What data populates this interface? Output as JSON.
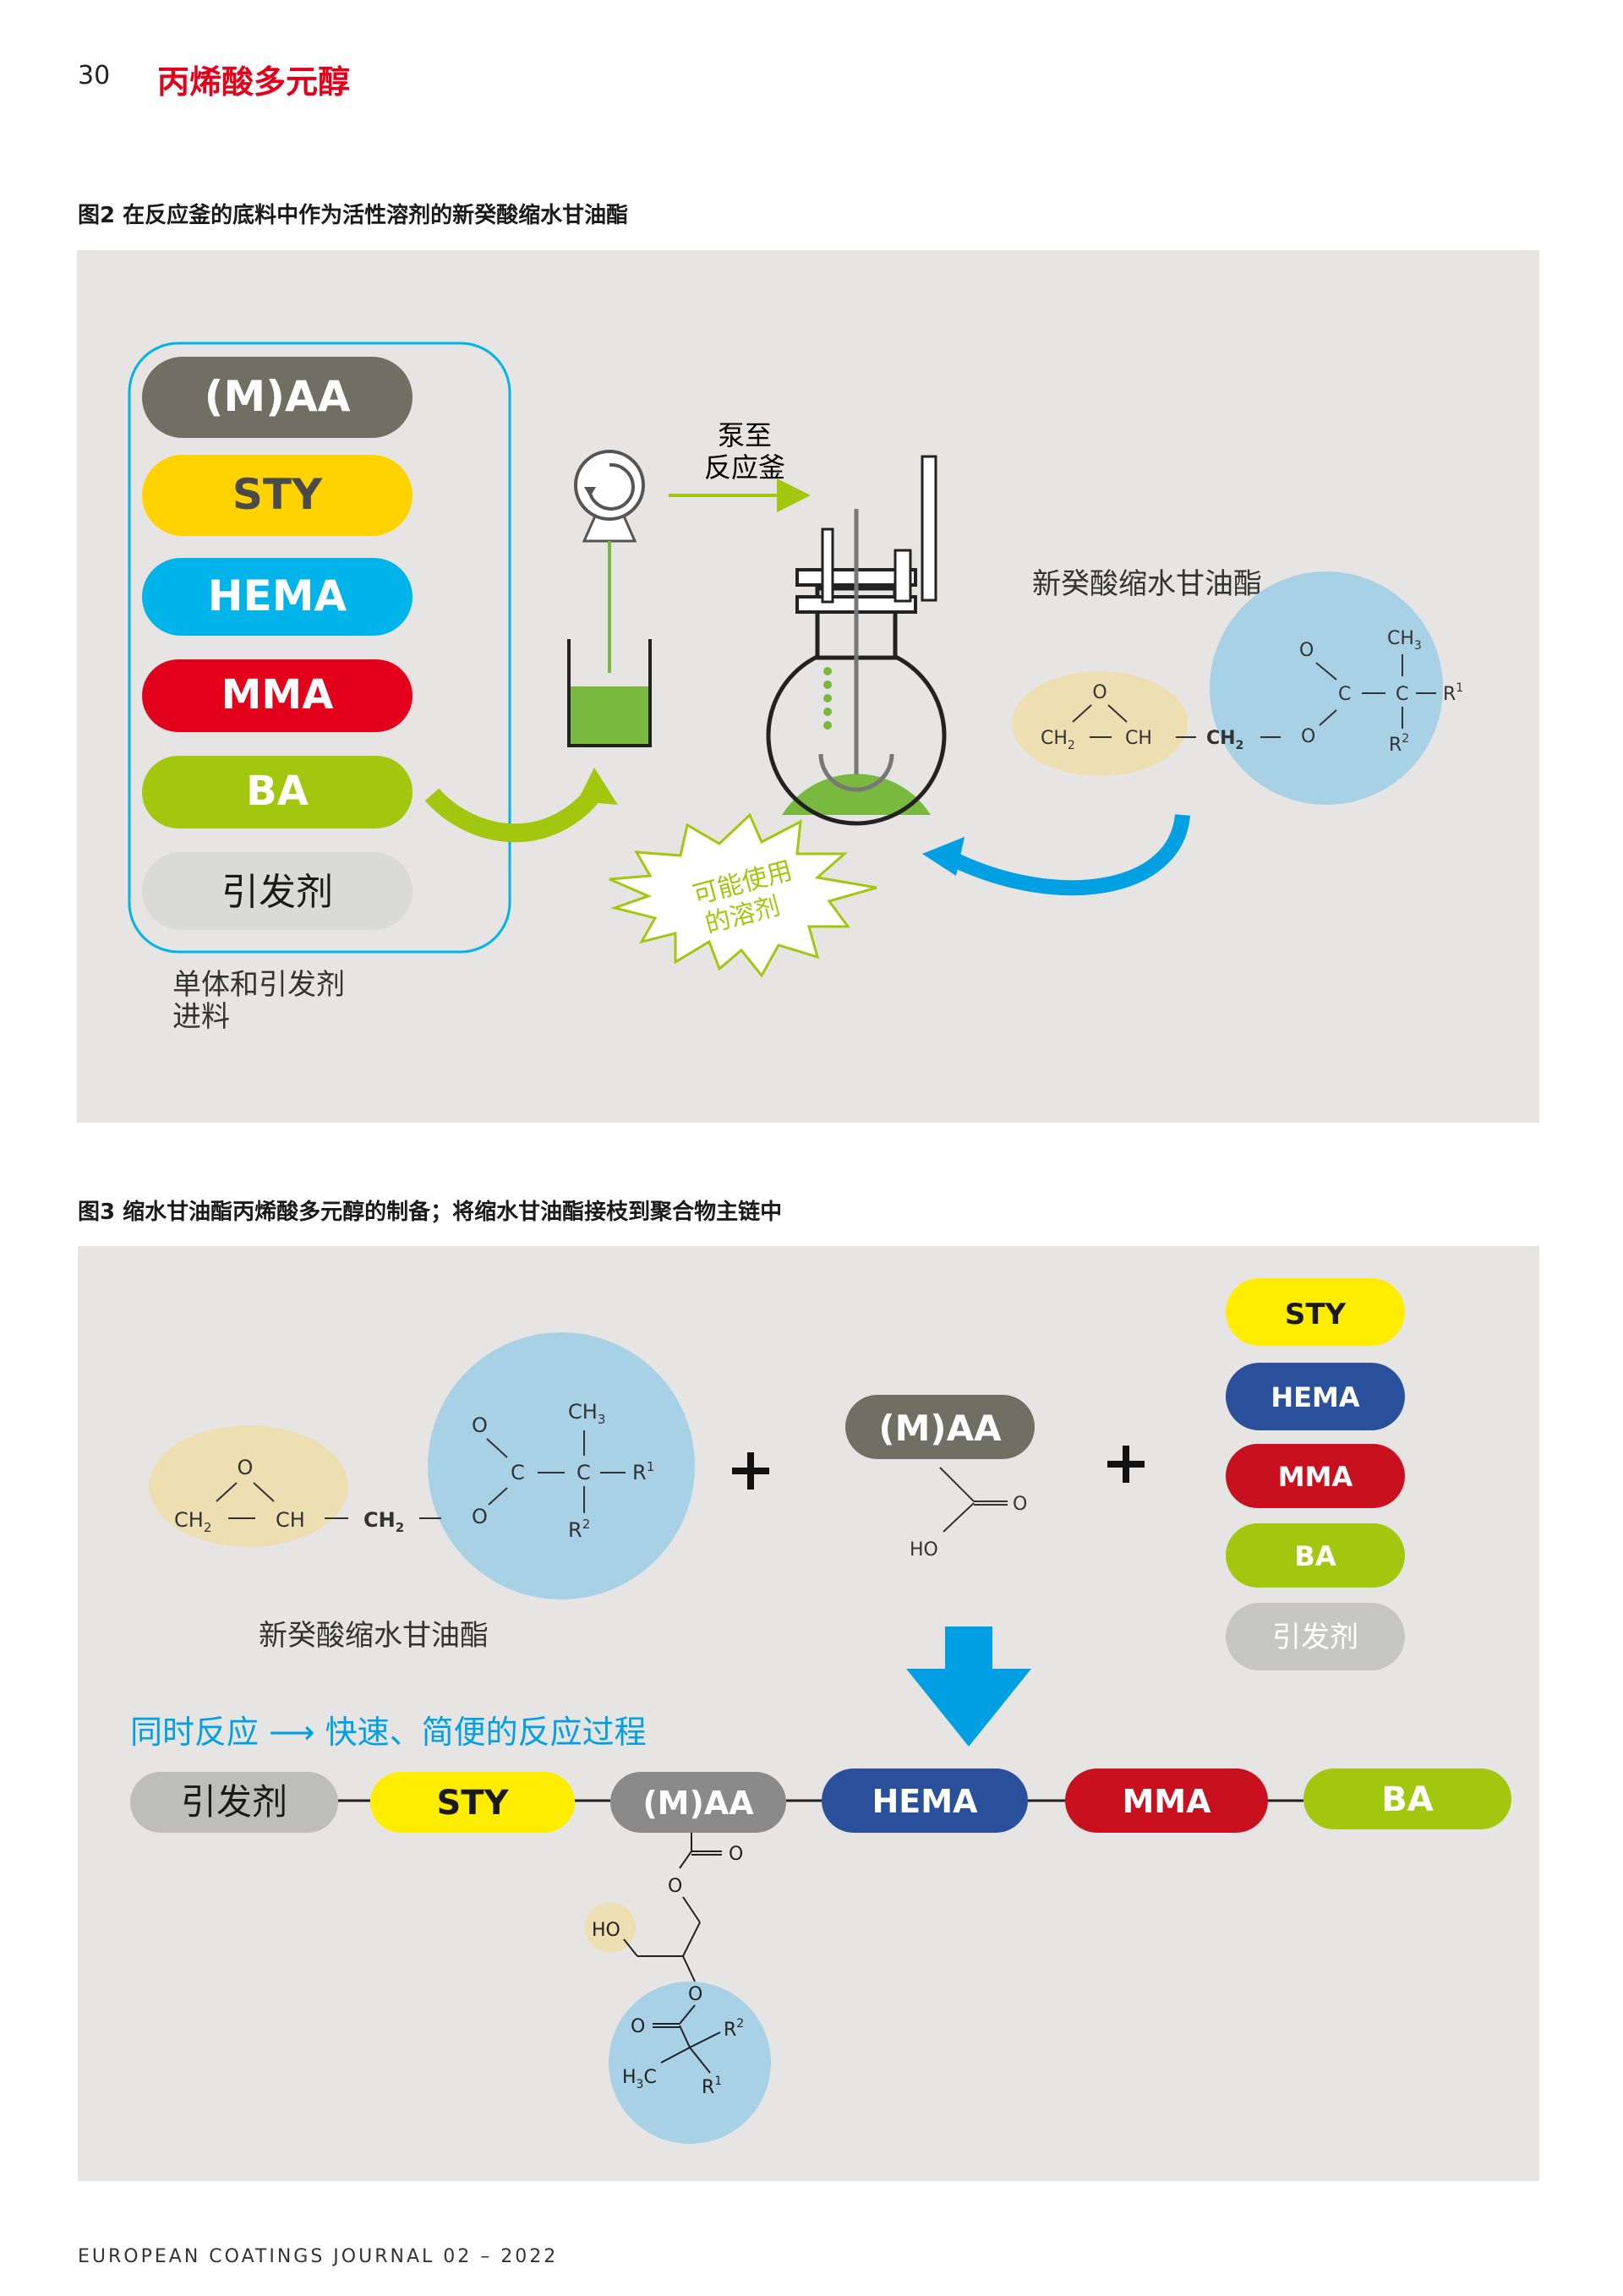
{
  "header": {
    "page_number": "30",
    "title": "丙烯酸多元醇"
  },
  "fig2": {
    "caption": "图2 在反应釜的底料中作为活性溶剂的新癸酸缩水甘油酯",
    "pills": [
      {
        "label": "(M)AA",
        "color": "#706f63",
        "text_color": "#ffffff"
      },
      {
        "label": "STY",
        "color": "#ffd200",
        "text_color": "#4a4a4a"
      },
      {
        "label": "HEMA",
        "color": "#00b4e9",
        "text_color": "#ffffff"
      },
      {
        "label": "MMA",
        "color": "#e2001a",
        "text_color": "#ffffff"
      },
      {
        "label": "BA",
        "color": "#a3c60e",
        "text_color": "#ffffff"
      },
      {
        "label": "引发剂",
        "color": "#dadad6",
        "text_color": "#1a1a1a"
      }
    ],
    "feed_label_line1": "单体和引发剂",
    "feed_label_line2": "进料",
    "pump_label_line1": "泵至",
    "pump_label_line2": "反应釜",
    "starburst_line1": "可能使用",
    "starburst_line2": "的溶剂",
    "molecule_name": "新癸酸缩水甘油酯"
  },
  "fig3": {
    "caption": "图3 缩水甘油酯丙烯酸多元醇的制备；将缩水甘油酯接枝到聚合物主链中",
    "molecule_name": "新癸酸缩水甘油酯",
    "maa_label": "(M)AA",
    "right_pills": [
      {
        "label": "STY",
        "color": "#ffed00",
        "text_color": "#1a1a1a"
      },
      {
        "label": "HEMA",
        "color": "#2a4f9b",
        "text_color": "#ffffff"
      },
      {
        "label": "MMA",
        "color": "#c8101e",
        "text_color": "#ffffff"
      },
      {
        "label": "BA",
        "color": "#a3c60e",
        "text_color": "#ffffff"
      },
      {
        "label": "引发剂",
        "color": "#c6c6c5",
        "text_color": "#ffffff"
      }
    ],
    "process_note": "同时反应 ⟶ 快速、简便的反应过程",
    "chain": [
      {
        "label": "引发剂",
        "color": "#bdbdbc",
        "text_color": "#1a1a1a"
      },
      {
        "label": "STY",
        "color": "#ffed00",
        "text_color": "#1a1a1a"
      },
      {
        "label": "(M)AA",
        "color": "#8a8a8a",
        "text_color": "#ffffff"
      },
      {
        "label": "HEMA",
        "color": "#2a4f9b",
        "text_color": "#ffffff"
      },
      {
        "label": "MMA",
        "color": "#c8101e",
        "text_color": "#ffffff"
      },
      {
        "label": "BA",
        "color": "#a3c60e",
        "text_color": "#ffffff"
      }
    ]
  },
  "chem": {
    "O": "O",
    "CH2": "CH",
    "sub2": "2",
    "CH": "CH",
    "C": "C",
    "CH3": "CH",
    "sub3": "3",
    "R": "R",
    "sup1": "1",
    "sup2": "2",
    "HO": "HO",
    "H3C_H": "H",
    "H3C_C": "C"
  },
  "footer": {
    "journal": "EUROPEAN COATINGS JOURNAL 02 – 2022"
  },
  "colors": {
    "panel": "#e6e5e3",
    "epoxy_blob": "#eedfb2",
    "ester_blob": "#a9d1e6",
    "liquid_green": "#7ab940",
    "arrow_green": "#a3c60e",
    "arrow_blue": "#00a0e3",
    "down_arrow": "#009fe3",
    "note_blue": "#00a0e3"
  }
}
